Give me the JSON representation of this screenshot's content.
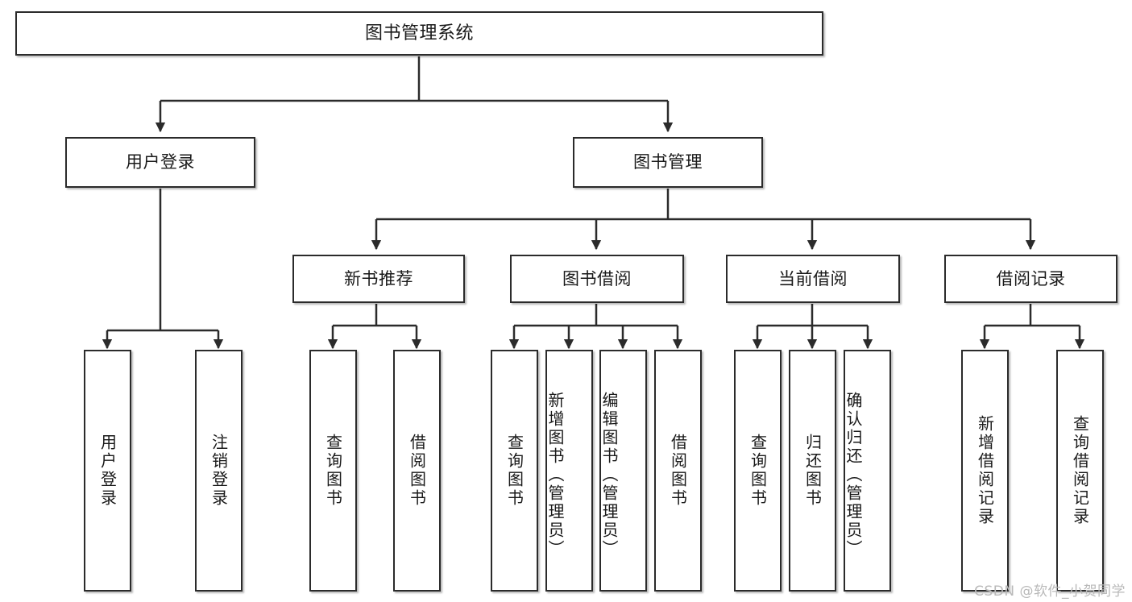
{
  "diagram": {
    "type": "tree-hierarchy-functional-decomposition",
    "root": {
      "label": "图书管理系统"
    },
    "level2": [
      {
        "label": "用户登录"
      },
      {
        "label": "图书管理"
      }
    ],
    "level3": [
      {
        "label": "新书推荐"
      },
      {
        "label": "图书借阅"
      },
      {
        "label": "当前借阅"
      },
      {
        "label": "借阅记录"
      }
    ],
    "leaves": {
      "user_login": [
        {
          "label": "用户登录"
        },
        {
          "label": "注销登录"
        }
      ],
      "new_book_recommend": [
        {
          "label": "查询图书"
        },
        {
          "label": "借阅图书"
        }
      ],
      "book_borrow": [
        {
          "label": "查询图书"
        },
        {
          "label": "新增图书（管理员）"
        },
        {
          "label": "编辑图书（管理员）"
        },
        {
          "label": "借阅图书"
        }
      ],
      "current_borrow": [
        {
          "label": "查询图书"
        },
        {
          "label": "归还图书"
        },
        {
          "label": "确认归还（管理员）"
        }
      ],
      "borrow_record": [
        {
          "label": "新增借阅记录"
        },
        {
          "label": "查询借阅记录"
        }
      ]
    }
  },
  "watermark": {
    "text": "CSDN @软件_小贺同学"
  },
  "colors": {
    "border": "#2b2b2b",
    "text": "#1a1a1a",
    "background": "#ffffff",
    "connector": "#1f1f1f",
    "watermark": "#b9b9b9"
  }
}
